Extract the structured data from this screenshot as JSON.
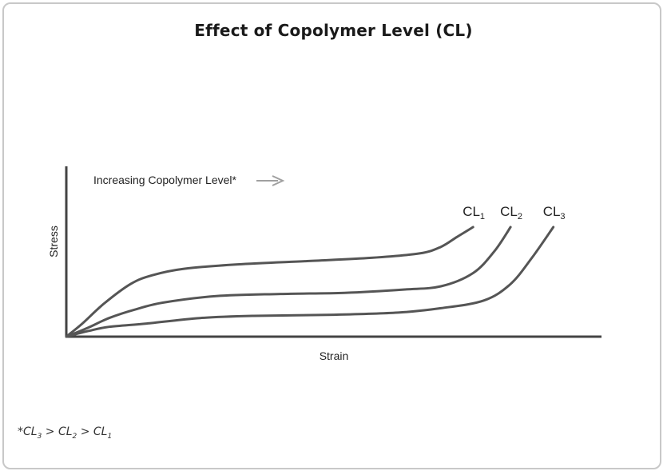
{
  "title": "Effect of Copolymer Level (CL)",
  "annotation": {
    "text": "Increasing Copolymer Level*"
  },
  "footnote": {
    "asterisk": "*",
    "items": [
      "CL3",
      "CL2",
      "CL1"
    ],
    "base": "CL",
    "subs": [
      "3",
      "2",
      "1"
    ],
    "separator": ">"
  },
  "chart_data": {
    "type": "line",
    "title": "Effect of Copolymer Level (CL)",
    "xlabel": "Strain",
    "ylabel": "Stress",
    "grid": false,
    "axis_ticks": false,
    "xlim": [
      0,
      100
    ],
    "ylim": [
      0,
      100
    ],
    "series": [
      {
        "name": "CL1",
        "label_base": "CL",
        "label_sub": "1",
        "x": [
          0,
          3,
          7,
          12,
          16,
          22,
          32,
          45,
          57,
          66,
          70,
          73,
          76
        ],
        "y": [
          0,
          12,
          30,
          48,
          56,
          62,
          66,
          69,
          72,
          76,
          82,
          91,
          100
        ]
      },
      {
        "name": "CL2",
        "label_base": "CL",
        "label_sub": "2",
        "x": [
          0,
          4,
          8,
          13,
          18,
          28,
          40,
          52,
          63,
          70,
          76,
          80,
          83
        ],
        "y": [
          0,
          8,
          17,
          25,
          31,
          37,
          39,
          40,
          43,
          46,
          58,
          78,
          100
        ]
      },
      {
        "name": "CL3",
        "label_base": "CL",
        "label_sub": "3",
        "x": [
          0,
          4,
          8,
          15,
          25,
          35,
          50,
          62,
          70,
          78,
          83,
          87,
          91
        ],
        "y": [
          0,
          5,
          9,
          12,
          17,
          19,
          20,
          22,
          26,
          33,
          48,
          72,
          100
        ]
      }
    ],
    "line_color": "#555555",
    "axis_color": "#444444",
    "annotation_arrow_color": "#a0a0a0"
  }
}
